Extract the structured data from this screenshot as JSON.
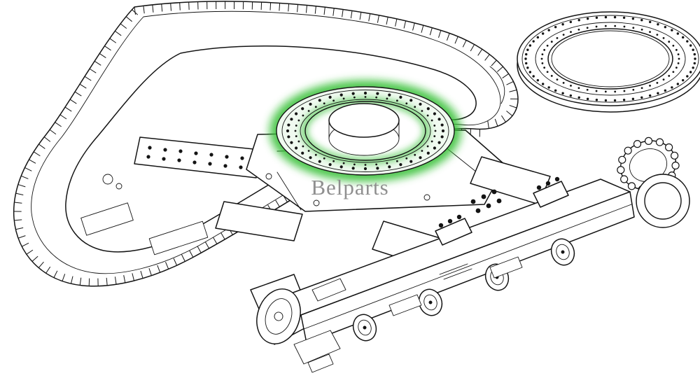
{
  "watermark": {
    "text": "Belparts",
    "color": "#8a8a8a"
  },
  "colors": {
    "background": "#ffffff",
    "line": "#141414",
    "highlight_green": "#35c035",
    "highlight_band_fill": "#f0faf0"
  },
  "parts": [
    "left-crawler-track",
    "track-frame",
    "roller-frame-beam",
    "idler-wheel",
    "track-rollers",
    "drive-sprocket",
    "slewing-ring-highlighted",
    "slewing-ring-spare"
  ]
}
